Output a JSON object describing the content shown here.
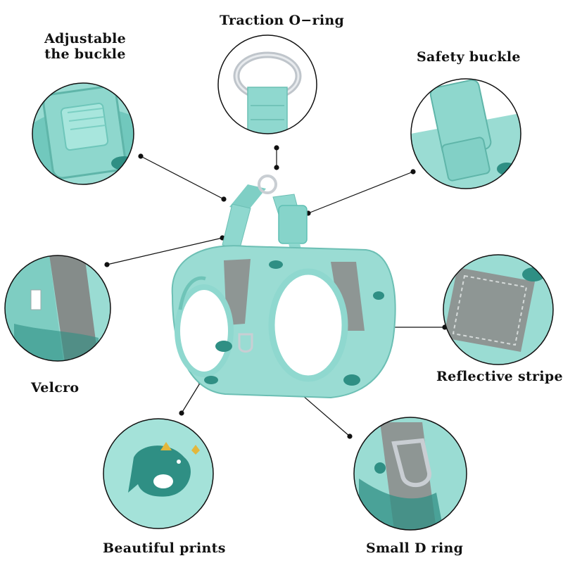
{
  "callouts": {
    "traction_o_ring": "Traction O−ring",
    "adjustable_buckle_line1": "Adjustable",
    "adjustable_buckle_line2": "the buckle",
    "safety_buckle": "Safety buckle",
    "velcro": "Velcro",
    "reflective_stripe": "Reflective stripe",
    "beautiful_prints": "Beautiful prints",
    "small_d_ring": "Small D ring"
  },
  "colors": {
    "mint": "#8fd8cf",
    "mint_dark": "#5fbfb3",
    "teal_print": "#2f8f84",
    "reflective_gray": "#8e9694",
    "metal": "#c9ced3",
    "line": "#111111",
    "background": "#ffffff"
  }
}
